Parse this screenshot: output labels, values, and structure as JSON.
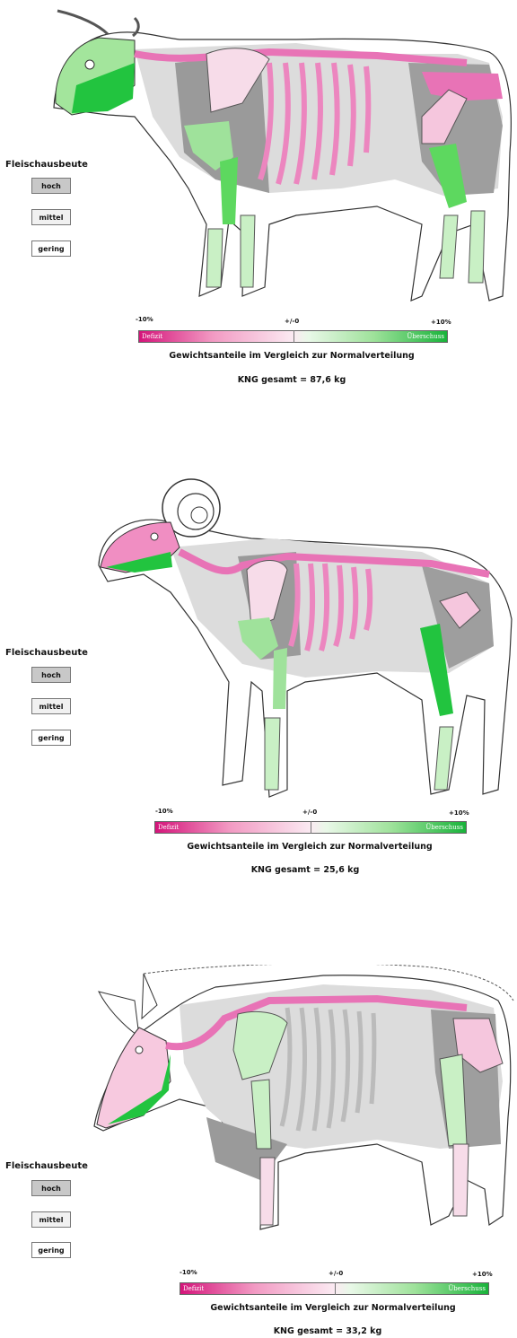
{
  "panels": [
    {
      "legend_title": "Fleischausbeute",
      "legend_items": [
        "hoch",
        "mittel",
        "gering"
      ],
      "scale_left": "-10%",
      "scale_center": "+/-0",
      "scale_right": "+10%",
      "deficit_label": "Defizit",
      "surplus_label": "Überschuss",
      "caption": "Gewichtsanteile im Vergleich zur Normalverteilung",
      "total": "KNG gesamt = 87,6 kg"
    },
    {
      "legend_title": "Fleischausbeute",
      "legend_items": [
        "hoch",
        "mittel",
        "gering"
      ],
      "scale_left": "-10%",
      "scale_center": "+/-0",
      "scale_right": "+10%",
      "deficit_label": "Defizit",
      "surplus_label": "Überschuss",
      "caption": "Gewichtsanteile im Vergleich zur Normalverteilung",
      "total": "KNG gesamt = 25,6 kg"
    },
    {
      "legend_title": "Fleischausbeute",
      "legend_items": [
        "hoch",
        "mittel",
        "gering"
      ],
      "scale_left": "-10%",
      "scale_center": "+/-0",
      "scale_right": "+10%",
      "deficit_label": "Defizit",
      "surplus_label": "Überschuss",
      "caption": "Gewichtsanteile im Vergleich zur Normalverteilung",
      "total": "KNG gesamt = 33,2 kg"
    }
  ],
  "colors": {
    "meat_high": "#c8c8c8",
    "meat_medium": "#f1f1f1",
    "meat_low": "#ffffff",
    "deficit": "#d4147a",
    "surplus": "#18b33a"
  }
}
